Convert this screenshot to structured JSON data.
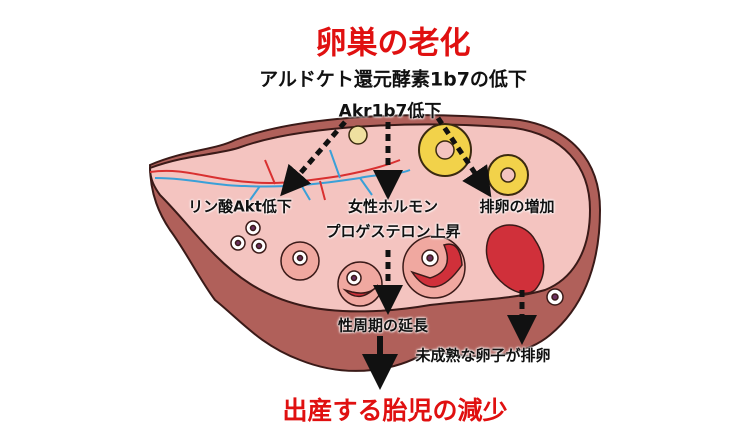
{
  "title": "卵巣の老化",
  "subtitle": "アルドケト還元酵素1b7の低下",
  "labels": {
    "akr": "Akr1b7低下",
    "akt": "リン酸Akt低下",
    "hormone": "女性ホルモン",
    "progesterone": "プロゲステロン上昇",
    "ovulation_increase": "排卵の増加",
    "cycle": "性周期の延長",
    "immature": "未成熟な卵子が排卵"
  },
  "conclusion": "出産する胎児の減少",
  "colors": {
    "accent": "#e01010",
    "ovary": "#f4c4c0",
    "outer": "#b0605a",
    "corpus": "#f2d24a"
  }
}
